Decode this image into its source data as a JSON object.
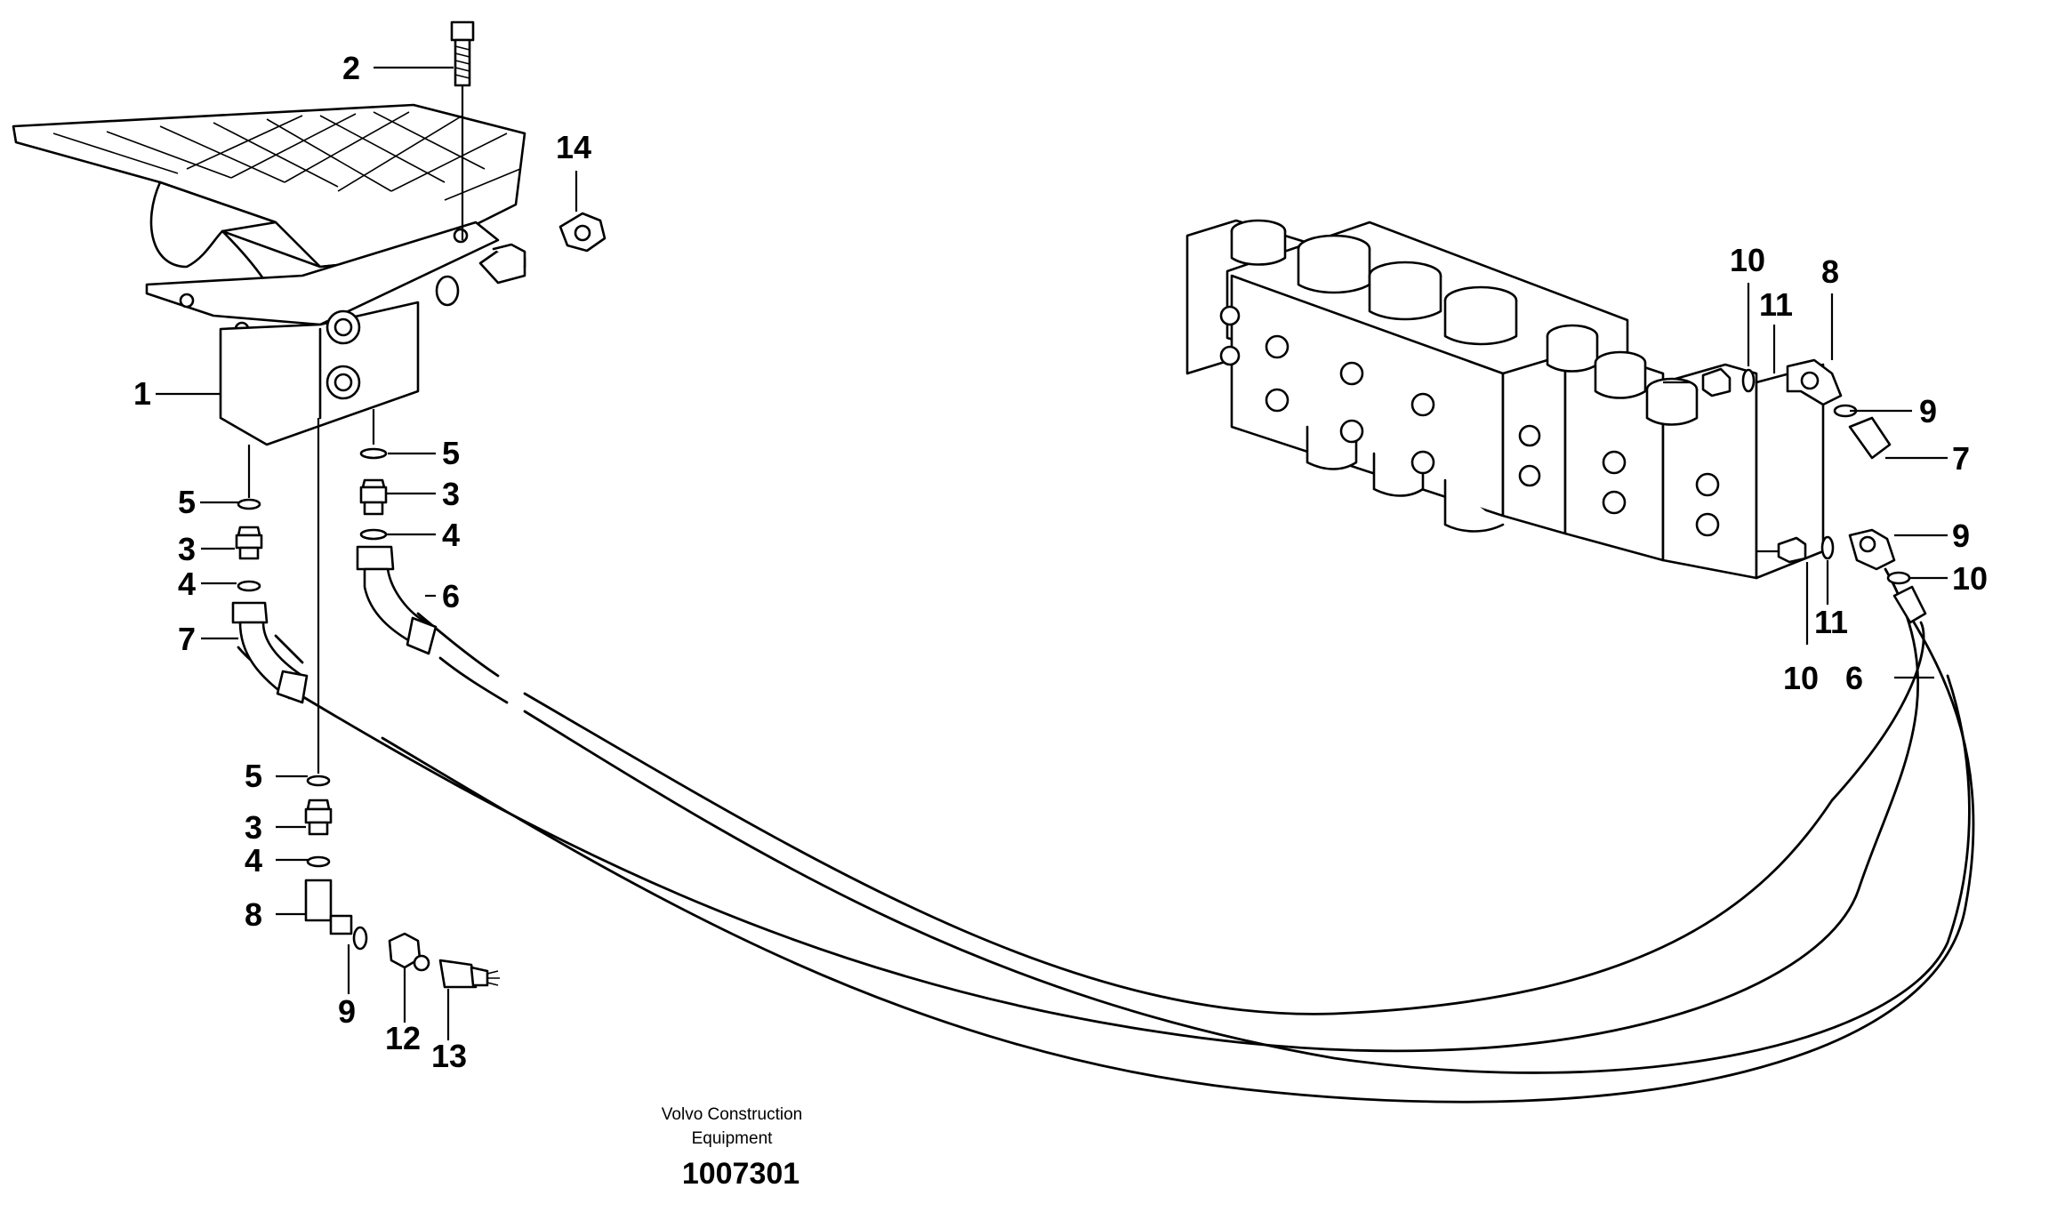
{
  "callouts": {
    "c1": "1",
    "c2": "2",
    "c14": "14",
    "c5a": "5",
    "c3a": "3",
    "c4a": "4",
    "c7a": "7",
    "c5b": "5",
    "c3b": "3",
    "c4b": "4",
    "c6a": "6",
    "c5c": "5",
    "c3c": "3",
    "c4c": "4",
    "c8a": "8",
    "c9a": "9",
    "c12": "12",
    "c13": "13",
    "c10a": "10",
    "c11a": "11",
    "c8b": "8",
    "c9b": "9",
    "c7b": "7",
    "c9c": "9",
    "c10b": "10",
    "c10c": "10",
    "c11b": "11",
    "c6b": "6"
  },
  "footer": {
    "brand_line1": "Volvo Construction",
    "brand_line2": "Equipment",
    "doc_number": "1007301"
  }
}
